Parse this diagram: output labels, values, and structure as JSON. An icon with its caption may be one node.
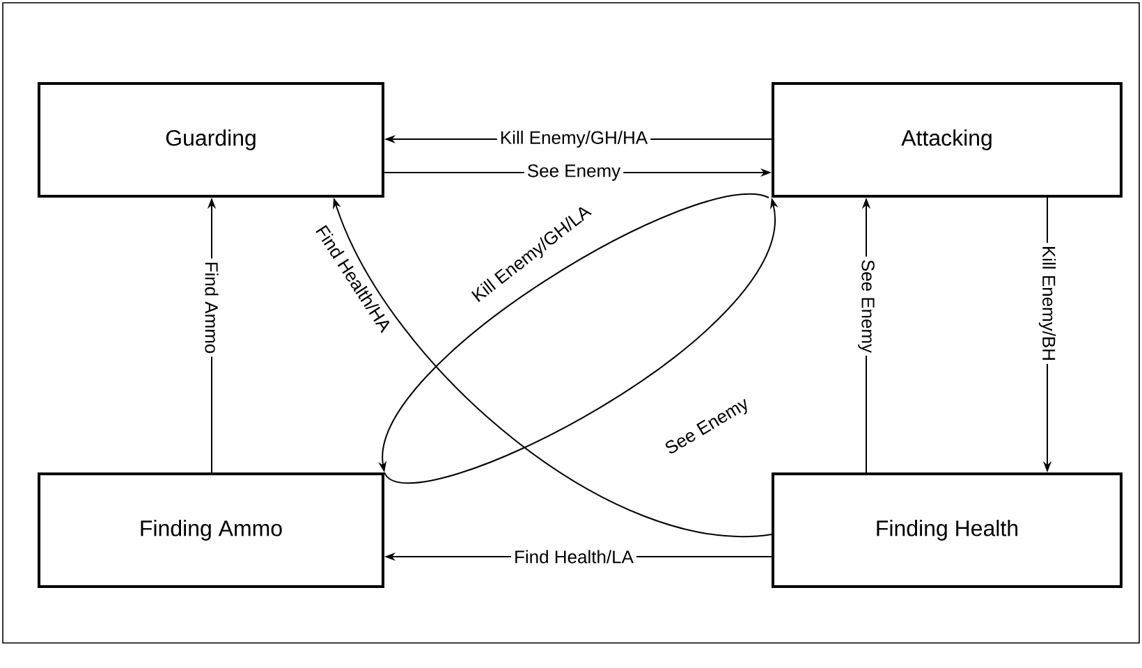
{
  "diagram": {
    "nodes": [
      {
        "text": [
          "Guarding"
        ]
      },
      {
        "text": [
          "Attacking"
        ]
      },
      {
        "text": [
          "Finding Ammo"
        ]
      },
      {
        "text": [
          "Finding Health"
        ]
      }
    ],
    "edges": [
      {
        "from": 0,
        "to": 1,
        "arrow": "to",
        "label": "See Enemy"
      },
      {
        "from": 1,
        "to": 0,
        "arrow": "to",
        "label": "Kill Enemy/GH/HA"
      },
      {
        "from": 2,
        "to": 0,
        "arrow": "to",
        "label": "Find Ammo"
      },
      {
        "from": 3,
        "to": 1,
        "arrow": "to",
        "label": "See Enemy"
      },
      {
        "from": 1,
        "to": 3,
        "arrow": "to",
        "label": "Kill Enemy/BH"
      },
      {
        "from": 3,
        "to": 2,
        "arrow": "to",
        "label": "Find Health/LA"
      },
      {
        "from": 1,
        "to": 2,
        "arrow": "to",
        "label": "Kill Enemy/GH/LA"
      },
      {
        "from": 2,
        "to": 1,
        "arrow": "to",
        "label": "See Enemy"
      },
      {
        "from": 3,
        "to": 0,
        "arrow": "to",
        "label": "Find Health/HA"
      }
    ]
  }
}
